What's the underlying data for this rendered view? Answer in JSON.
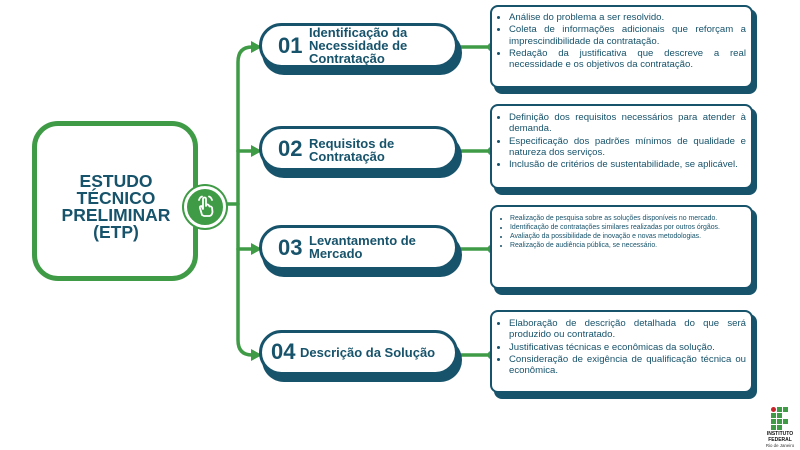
{
  "main": {
    "title_lines": [
      "ESTUDO",
      "TÉCNICO",
      "PRELIMINAR",
      "(ETP)"
    ]
  },
  "steps": [
    {
      "number": "01",
      "label_lines": [
        "Identificação da",
        "Necessidade de",
        "Contratação"
      ],
      "items": [
        "Análise do problema a ser resolvido.",
        "Coleta de informações adicionais que reforçam a imprescindibilidade da contratação.",
        "Redação da justificativa que descreve a real necessidade e os objetivos da contratação."
      ]
    },
    {
      "number": "02",
      "label_lines": [
        "Requisitos de",
        "Contratação"
      ],
      "items": [
        "Definição dos requisitos necessários para atender à demanda.",
        "Especificação dos padrões mínimos de qualidade e natureza dos serviços.",
        "Inclusão de critérios de sustentabilidade, se aplicável."
      ]
    },
    {
      "number": "03",
      "label_lines": [
        "Levantamento de",
        "Mercado"
      ],
      "items": [
        "Realização de pesquisa sobre as soluções disponíveis no mercado.",
        "Identificação de contratações similares realizadas por outros órgãos.",
        "Avaliação da possibilidade de inovação e novas metodologias.",
        "Realização de audiência pública, se necessário."
      ]
    },
    {
      "number": "04",
      "label_lines": [
        "Descrição da Solução"
      ],
      "items": [
        "Elaboração de descrição detalhada do que será produzido ou contratado.",
        "Justificativas técnicas e econômicas da solução.",
        "Consideração de exigência de qualificação técnica ou econômica."
      ]
    }
  ],
  "logo": {
    "lines": [
      "INSTITUTO",
      "FEDERAL"
    ],
    "campus": "Rio de Janeiro"
  },
  "colors": {
    "green": "#3f9b46",
    "navy": "#17536b",
    "red": "#c8242c"
  },
  "icons": {
    "center": "pointing-hand-icon"
  }
}
